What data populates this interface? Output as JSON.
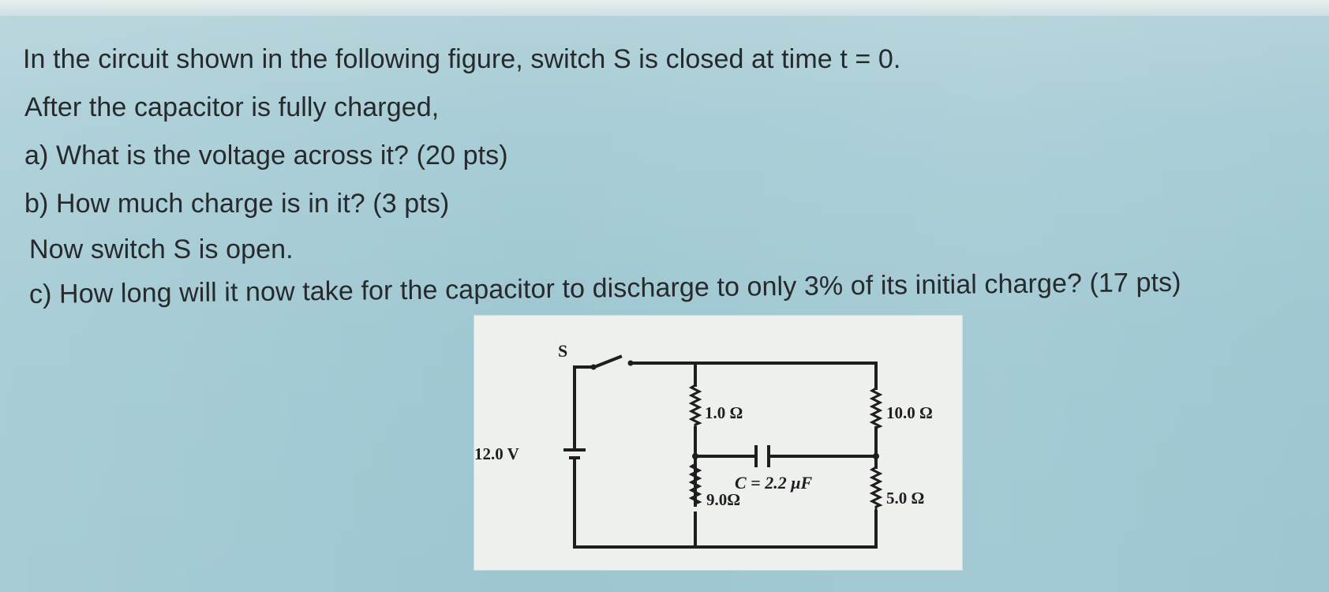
{
  "question": {
    "line1": "In the circuit shown in the following figure, switch S is closed at time t = 0.",
    "line2": "After the capacitor is fully charged,",
    "line3": "a) What is the voltage across it? (20 pts)",
    "line4": "b) How much charge is in it? (3 pts)",
    "line5": "Now switch S is open.",
    "line6": "c) How long will it now take for the capacitor to discharge to only 3% of its initial charge? (17 pts)"
  },
  "circuit": {
    "switch_label": "S",
    "battery_label": "12.0 V",
    "r1_label": "1.0 Ω",
    "r2_label": "10.0 Ω",
    "r3_label": "9.0Ω",
    "r4_label": "5.0 Ω",
    "capacitor_label": "C = 2.2 μF"
  },
  "colors": {
    "background": "#a6cbd4",
    "text": "#262a2c",
    "figure_background": "#eef0ee",
    "wire": "#1e1e1e"
  }
}
